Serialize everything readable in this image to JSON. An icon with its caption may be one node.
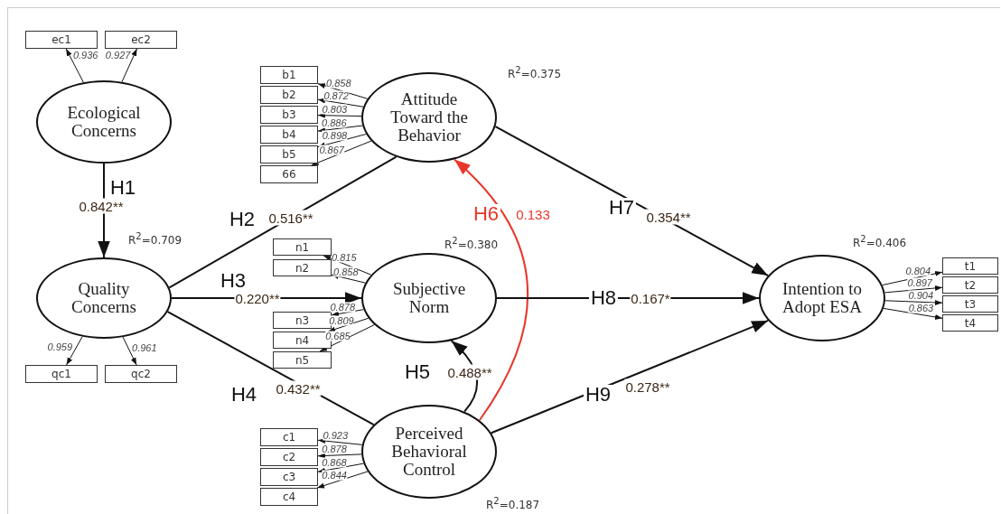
{
  "diagram": {
    "nodes": [
      {
        "text": [
          "Ecological Concerns"
        ]
      },
      {
        "text": [
          "ec1"
        ]
      },
      {
        "text": [
          "ec2"
        ]
      },
      {
        "text": [
          "Quality Concerns"
        ],
        "beside": [
          "R$^{2}$=0.709"
        ]
      },
      {
        "text": [
          "qc1"
        ]
      },
      {
        "text": [
          "qc2"
        ]
      },
      {
        "text": [
          "Attitude Toward the Behavior"
        ],
        "beside": [
          "R$^{2}$=0.375"
        ]
      },
      {
        "text": [
          "b1"
        ]
      },
      {
        "text": [
          "b2"
        ]
      },
      {
        "text": [
          "b3"
        ]
      },
      {
        "text": [
          "b4"
        ]
      },
      {
        "text": [
          "b5"
        ]
      },
      {
        "text": [
          "66"
        ]
      },
      {
        "text": [
          "Subjective Norm"
        ],
        "beside": [
          "R$^{2}$=0.380"
        ]
      },
      {
        "text": [
          "n1"
        ]
      },
      {
        "text": [
          "n2"
        ]
      },
      {
        "text": [
          "n3"
        ]
      },
      {
        "text": [
          "n4"
        ]
      },
      {
        "text": [
          "n5"
        ]
      },
      {
        "text": [
          "Perceived Behavioral Control"
        ],
        "beside": [
          "R$^{2}$=0.187"
        ]
      },
      {
        "text": [
          "c1"
        ]
      },
      {
        "text": [
          "c2"
        ]
      },
      {
        "text": [
          "c3"
        ]
      },
      {
        "text": [
          "c4"
        ]
      },
      {
        "text": [
          "Intention to Adopt ESA"
        ],
        "beside": [
          "R$^{2}$=0.406"
        ]
      },
      {
        "text": [
          "t1"
        ]
      },
      {
        "text": [
          "t2"
        ]
      },
      {
        "text": [
          "t3"
        ]
      },
      {
        "text": [
          "t4"
        ]
      }
    ],
    "edges": [
      {
        "from": 0,
        "to": 1,
        "arrow": "to",
        "label": "0.936"
      },
      {
        "from": 0,
        "to": 2,
        "arrow": "to",
        "label": "0.927"
      },
      {
        "from": 0,
        "to": 3,
        "arrow": "to",
        "label": "0.842**"
      },
      {
        "from": 3,
        "to": 4,
        "arrow": "to",
        "label": "0.959"
      },
      {
        "from": 3,
        "to": 5,
        "arrow": "to",
        "label": "0.961"
      },
      {
        "from": 3,
        "to": 6,
        "arrow": "none",
        "label": "0.516**"
      },
      {
        "from": 3,
        "to": 13,
        "arrow": "to",
        "label": "0.220**"
      },
      {
        "from": 3,
        "to": 19,
        "arrow": "none",
        "label": "0.432**"
      },
      {
        "from": 6,
        "to": 7,
        "arrow": "to",
        "label": "0.858"
      },
      {
        "from": 6,
        "to": 8,
        "arrow": "to",
        "label": "0.872"
      },
      {
        "from": 6,
        "to": 9,
        "arrow": "to",
        "label": "0.803"
      },
      {
        "from": 6,
        "to": 10,
        "arrow": "to",
        "label": "0.886"
      },
      {
        "from": 6,
        "to": 11,
        "arrow": "to",
        "label": "0.898"
      },
      {
        "from": 6,
        "to": 12,
        "arrow": "to",
        "label": "0.867"
      },
      {
        "from": 13,
        "to": 14,
        "arrow": "to",
        "label": "0.815"
      },
      {
        "from": 13,
        "to": 15,
        "arrow": "to",
        "label": "0.858"
      },
      {
        "from": 13,
        "to": 16,
        "arrow": "to",
        "label": "0.878"
      },
      {
        "from": 13,
        "to": 17,
        "arrow": "to",
        "label": "0.809"
      },
      {
        "from": 13,
        "to": 18,
        "arrow": "to",
        "label": "0.685"
      },
      {
        "from": 19,
        "to": 13,
        "arrow": "to",
        "label": "0.488**"
      },
      {
        "from": 19,
        "to": 6,
        "arrow": "to",
        "label": "0.133",
        "color": "#e8372c"
      },
      {
        "from": 19,
        "to": 20,
        "arrow": "to",
        "label": "0.923"
      },
      {
        "from": 19,
        "to": 21,
        "arrow": "to",
        "label": "0.878"
      },
      {
        "from": 19,
        "to": 22,
        "arrow": "to",
        "label": "0.868"
      },
      {
        "from": 19,
        "to": 23,
        "arrow": "to",
        "label": "0.844"
      },
      {
        "from": 6,
        "to": 24,
        "arrow": "to",
        "label": "0.354**"
      },
      {
        "from": 13,
        "to": 24,
        "arrow": "to",
        "label": "0.167*"
      },
      {
        "from": 19,
        "to": 24,
        "arrow": "to",
        "label": "0.278**"
      },
      {
        "from": 24,
        "to": 25,
        "arrow": "to",
        "label": "0.804"
      },
      {
        "from": 24,
        "to": 26,
        "arrow": "to",
        "label": "0.897"
      },
      {
        "from": 24,
        "to": 27,
        "arrow": "to",
        "label": "0.904"
      },
      {
        "from": 24,
        "to": 28,
        "arrow": "to",
        "label": "0.863"
      }
    ],
    "labels": [
      "H1",
      "H2",
      "H3",
      "H4",
      "H5",
      "H6",
      "H7",
      "H8",
      "H9"
    ]
  }
}
